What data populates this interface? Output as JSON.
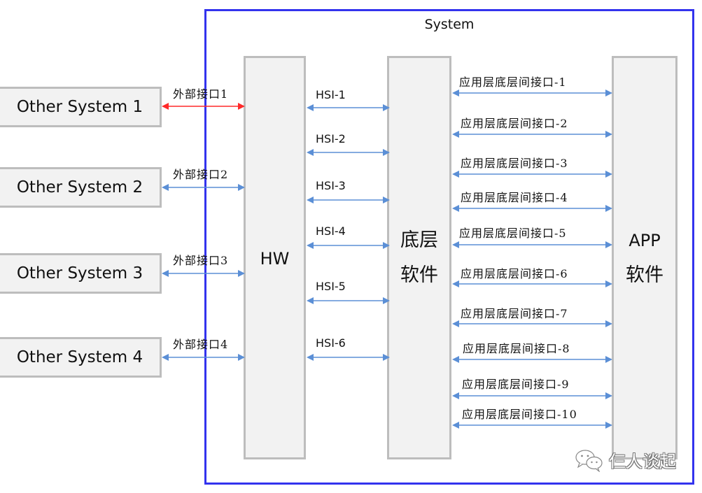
{
  "system": {
    "title": "System",
    "frame_color": "#3333ee"
  },
  "external_systems": [
    {
      "label": "Other System 1",
      "interface": "外部接口1",
      "arrow_color": "#ff2a2a"
    },
    {
      "label": "Other System 2",
      "interface": "外部接口2",
      "arrow_color": "#5b8fd6"
    },
    {
      "label": "Other System 3",
      "interface": "外部接口3",
      "arrow_color": "#5b8fd6"
    },
    {
      "label": "Other System 4",
      "interface": "外部接口4",
      "arrow_color": "#5b8fd6"
    }
  ],
  "blocks": {
    "hw": {
      "label": "HW"
    },
    "base_software": {
      "line1": "底层",
      "line2": "软件"
    },
    "app_software": {
      "line1": "APP",
      "line2": "软件"
    }
  },
  "hsi_interfaces": [
    "HSI-1",
    "HSI-2",
    "HSI-3",
    "HSI-4",
    "HSI-5",
    "HSI-6"
  ],
  "app_base_interfaces": [
    "应用层底层间接口-1",
    "应用层底层间接口-2",
    "应用层底层间接口-3",
    "应用层底层间接口-4",
    "应用层底层间接口-5",
    "应用层底层间接口-6",
    "应用层底层间接口-7",
    "应用层底层间接口-8",
    "应用层底层间接口-9",
    "应用层底层间接口-10"
  ],
  "watermark": {
    "icon": "wechat-icon",
    "text": "仨人谈起"
  },
  "colors": {
    "arrow_default": "#5b8fd6",
    "arrow_highlight": "#ff2a2a",
    "block_fill": "#f2f2f2",
    "block_border": "#bdbdbd"
  }
}
